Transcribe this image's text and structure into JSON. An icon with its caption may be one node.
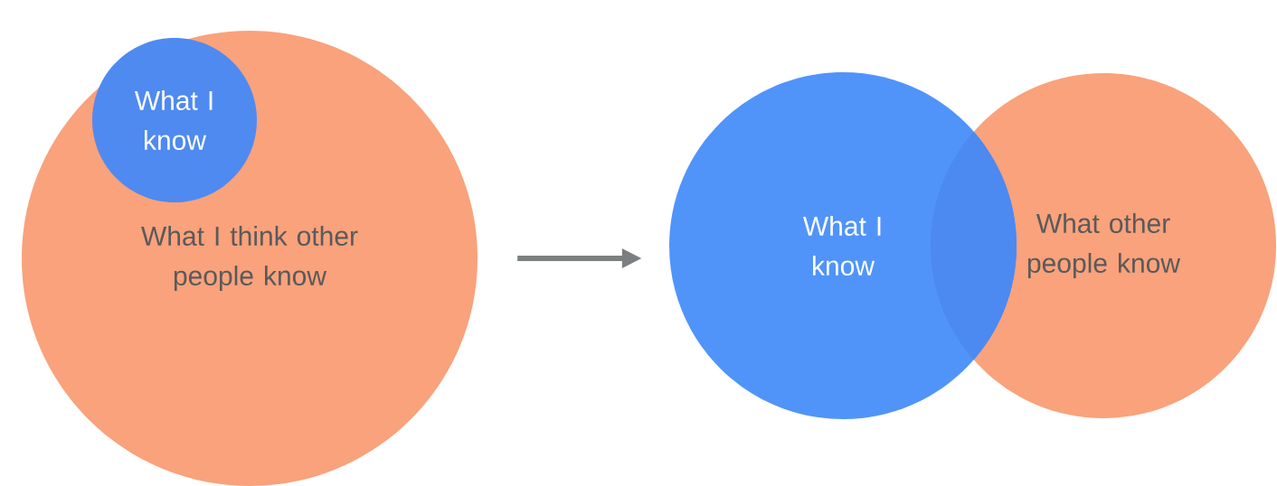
{
  "diagram": {
    "nodes": [
      {
        "text": [
          "What I think other people know"
        ]
      },
      {
        "text": [
          "What I know"
        ],
        "in": 0
      },
      {
        "text": [
          "What I know"
        ]
      },
      {
        "text": [
          "What other people know"
        ]
      }
    ],
    "edges": [
      {
        "from": 0,
        "to": 2,
        "arrow": "to"
      }
    ]
  }
}
